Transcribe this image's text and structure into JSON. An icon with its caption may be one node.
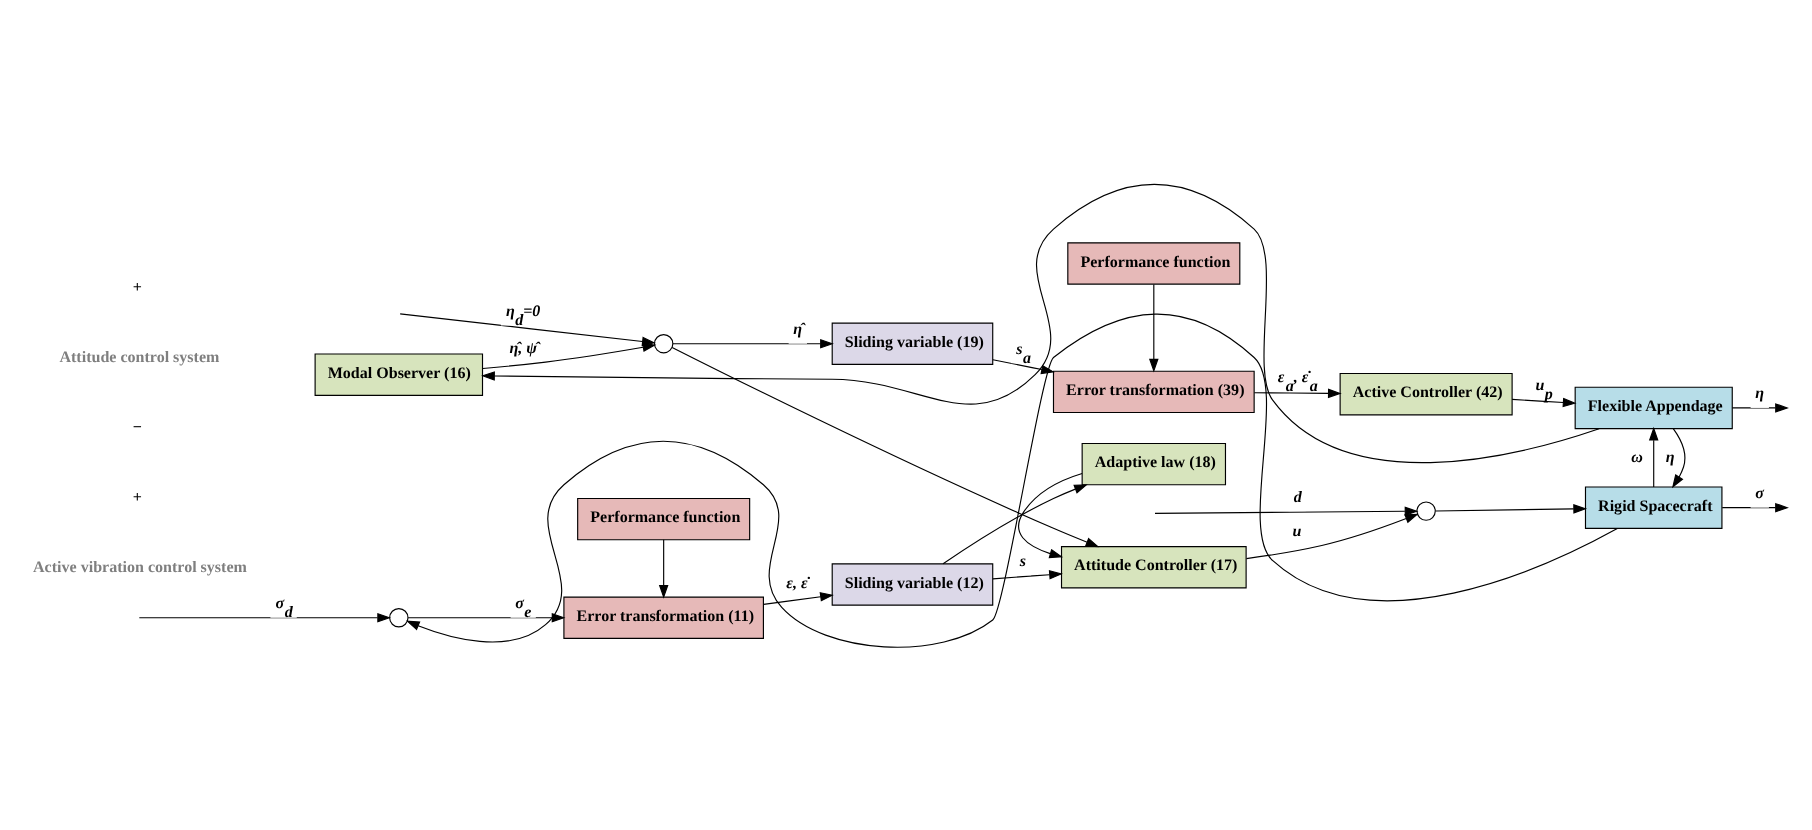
{
  "diagram": {
    "nodes": [
      {
        "text": [
          "Modal Observer (16)"
        ]
      },
      {
        "text": [
          "Performance function"
        ]
      },
      {
        "text": [],
        "shape": "circle"
      },
      {
        "text": [
          "Sliding variable (19)"
        ]
      },
      {
        "text": [
          "Error transformation (39)"
        ]
      },
      {
        "text": [
          "Active Controller (42)"
        ]
      },
      {
        "text": [
          "Flexible Appendage"
        ]
      },
      {
        "text": [],
        "shape": "circle"
      },
      {
        "text": [
          "Error transformation (11)"
        ]
      },
      {
        "text": [
          "Sliding variable (12)"
        ]
      },
      {
        "text": [
          "Attitude Controller (17)"
        ]
      },
      {
        "text": [],
        "shape": "circle"
      },
      {
        "text": [
          "Rigid Spacecraft"
        ]
      },
      {
        "text": [
          "Performance function"
        ]
      },
      {
        "text": [
          "Adaptive law (18)"
        ]
      }
    ],
    "edges": [
      {
        "from": null,
        "to": 2,
        "arrow": "to",
        "label": "η$_{d}$=0"
      },
      {
        "from": 0,
        "to": 2,
        "arrow": "to",
        "label": "η̂, ψ̂"
      },
      {
        "from": 2,
        "to": 3,
        "arrow": "to",
        "label": "η̂"
      },
      {
        "from": 2,
        "to": 10,
        "arrow": "to"
      },
      {
        "from": 3,
        "to": 4,
        "arrow": "to",
        "label": "s$_{a}$"
      },
      {
        "from": 1,
        "to": 4,
        "arrow": "to"
      },
      {
        "from": 4,
        "to": 5,
        "arrow": "to",
        "label": "ε$_{a}$, ε̇$_{a}$"
      },
      {
        "from": 5,
        "to": 6,
        "arrow": "to",
        "label": "u$_{p}$"
      },
      {
        "from": 6,
        "to": null,
        "arrow": "to",
        "label": "η"
      },
      {
        "from": 6,
        "to": 0,
        "arrow": "to"
      },
      {
        "from": 6,
        "to": 12,
        "arrow": "to",
        "label": "η"
      },
      {
        "from": 12,
        "to": 6,
        "arrow": "to",
        "label": "ω"
      },
      {
        "from": null,
        "to": 7,
        "arrow": "to",
        "label": "σ$_{d}$"
      },
      {
        "from": 7,
        "to": 8,
        "arrow": "to",
        "label": "σ$_{e}$"
      },
      {
        "from": 13,
        "to": 8,
        "arrow": "to"
      },
      {
        "from": 8,
        "to": 9,
        "arrow": "to",
        "label": "ε, ε̇"
      },
      {
        "from": 9,
        "to": 10,
        "arrow": "to",
        "label": "s"
      },
      {
        "from": 9,
        "to": 14,
        "arrow": "to"
      },
      {
        "from": 14,
        "to": 10,
        "arrow": "to"
      },
      {
        "from": 10,
        "to": 11,
        "arrow": "to",
        "label": "u"
      },
      {
        "from": null,
        "to": 11,
        "arrow": "to",
        "label": "d"
      },
      {
        "from": 11,
        "to": 12,
        "arrow": "to"
      },
      {
        "from": 12,
        "to": null,
        "arrow": "to",
        "label": "σ"
      },
      {
        "from": 12,
        "to": 7,
        "arrow": "to"
      }
    ],
    "labels": [
      "Active vibration control system",
      "+",
      "−",
      "Attitude control system",
      "+"
    ]
  }
}
